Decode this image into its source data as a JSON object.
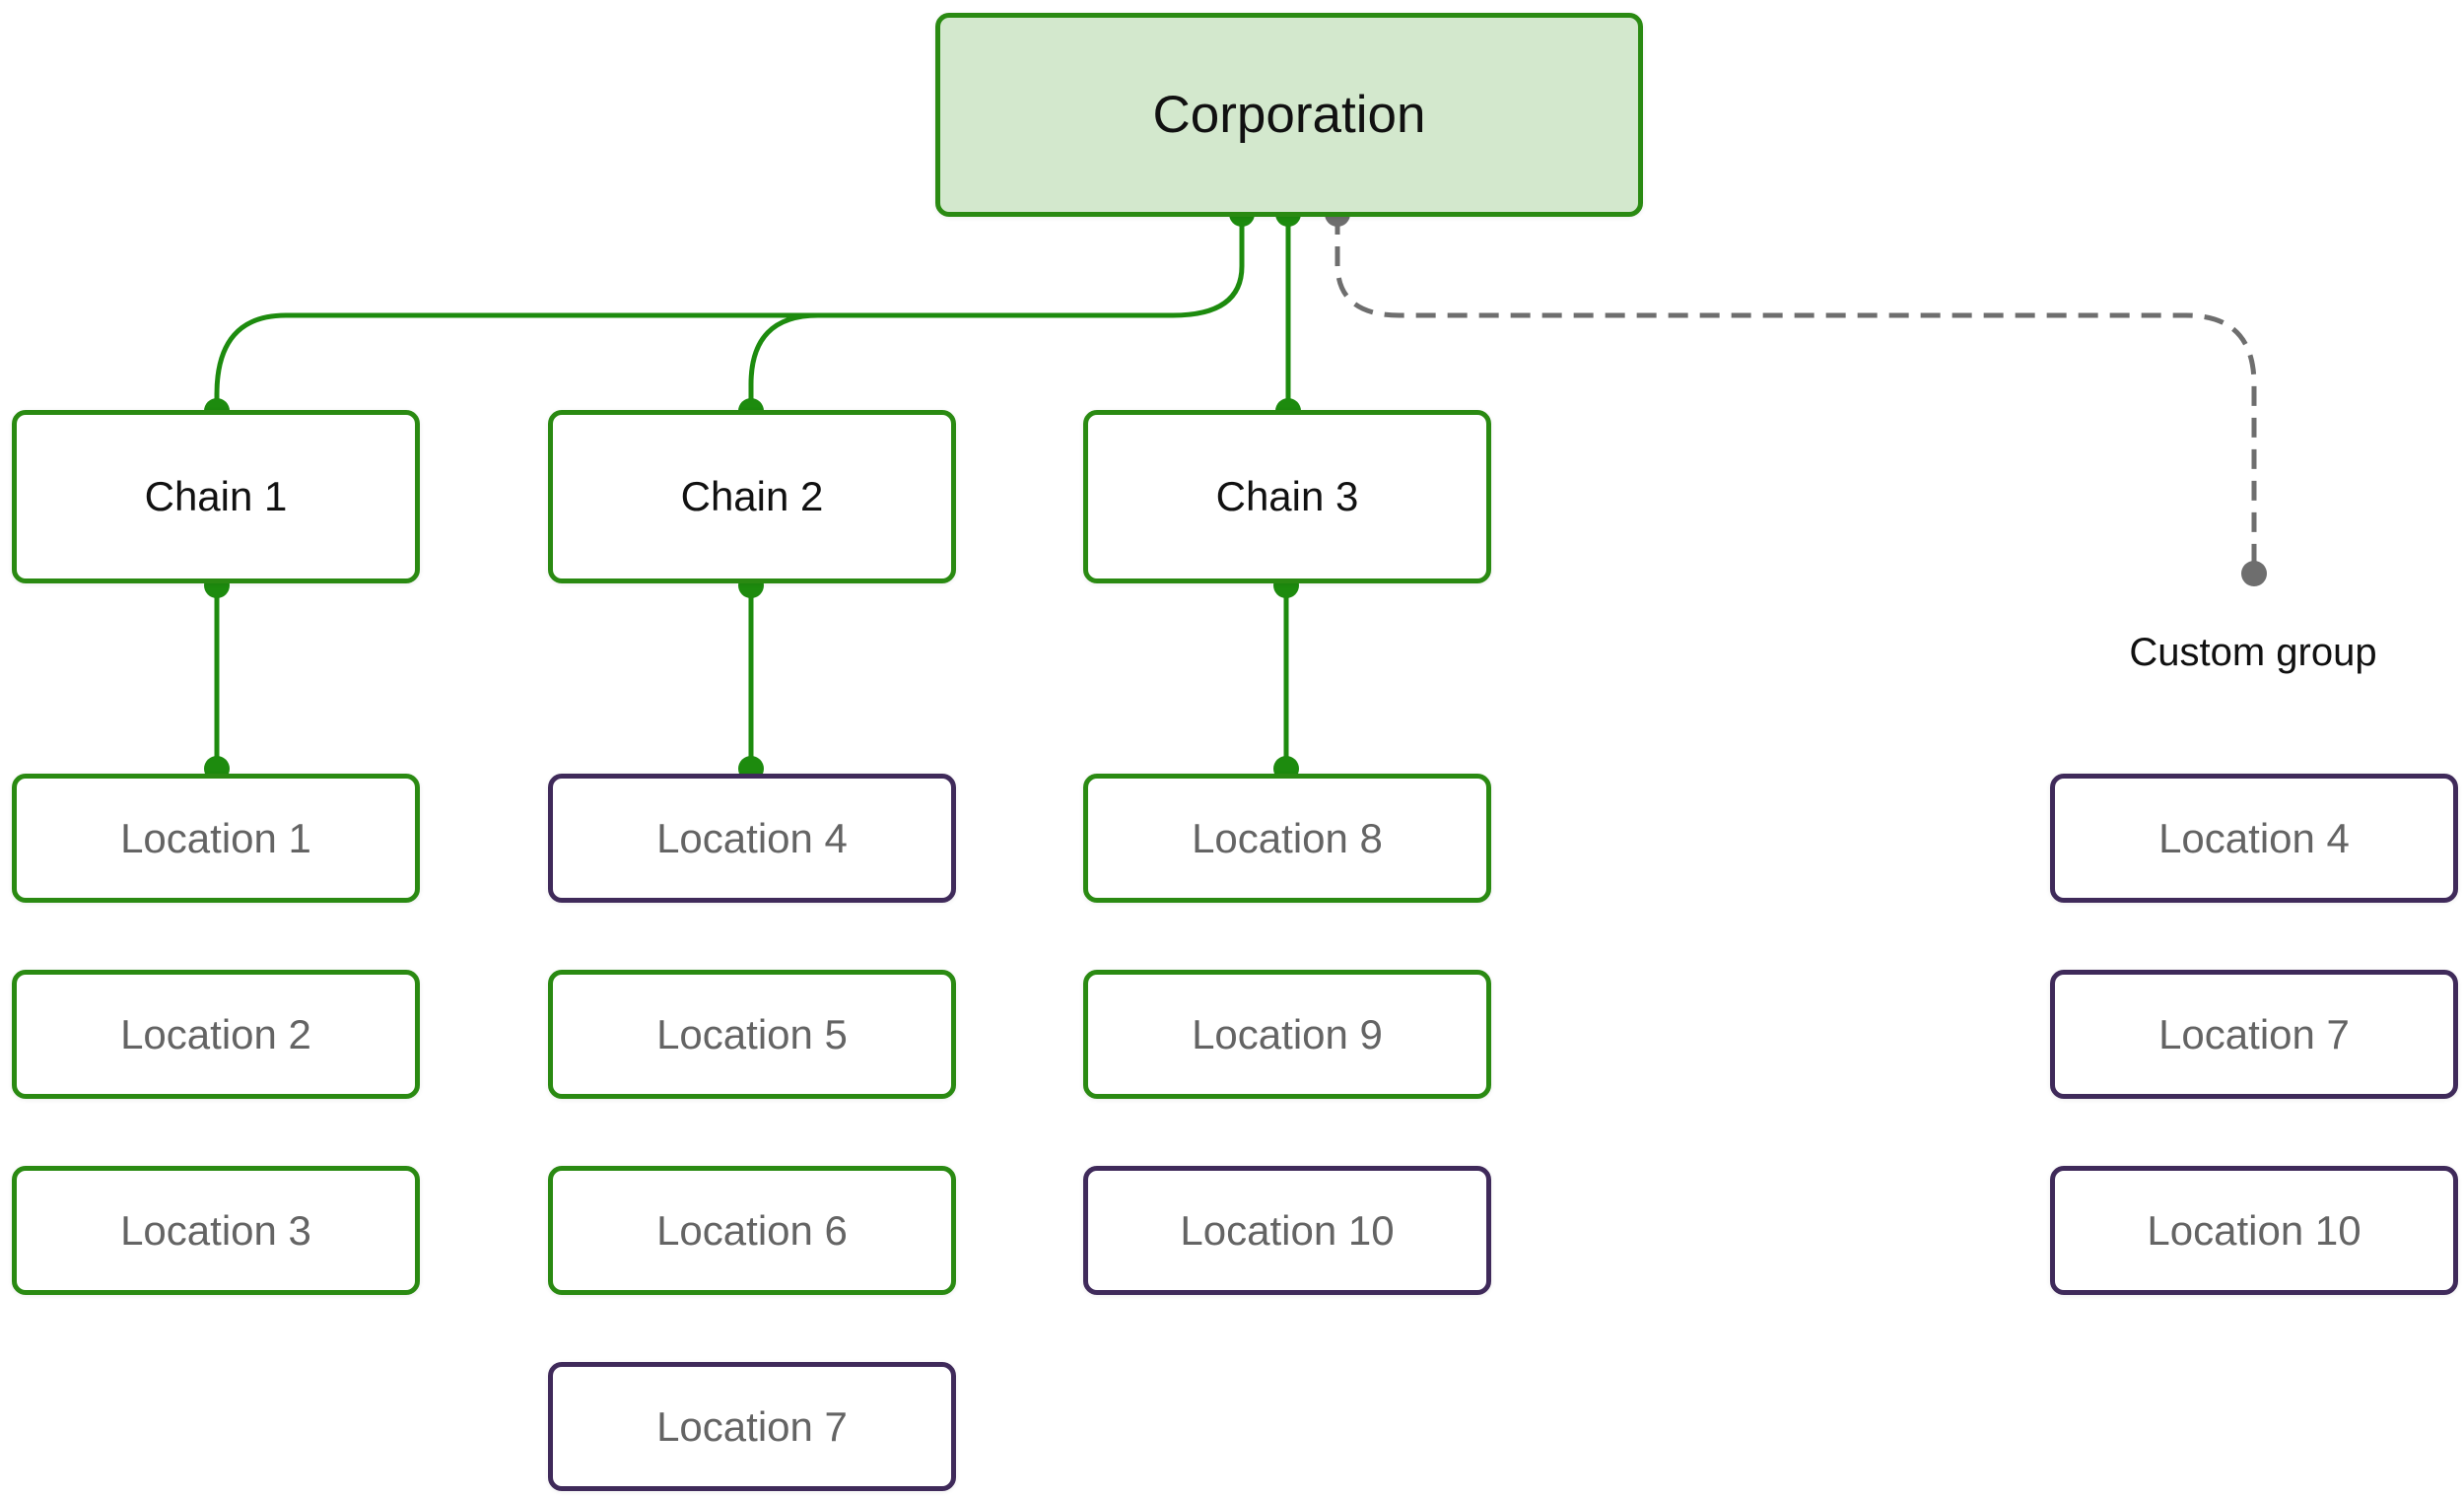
{
  "corporation": {
    "label": "Corporation"
  },
  "chains": [
    {
      "label": "Chain 1"
    },
    {
      "label": "Chain 2"
    },
    {
      "label": "Chain 3"
    }
  ],
  "locations": {
    "chain_1": [
      "Location 1",
      "Location 2",
      "Location 3"
    ],
    "chain_2": [
      "Location 4",
      "Location 5",
      "Location 6",
      "Location 7"
    ],
    "chain_3": [
      "Location 8",
      "Location 9",
      "Location 10"
    ]
  },
  "custom_group": {
    "label": "Custom group",
    "locations": [
      "Location 4",
      "Location 7",
      "Location 10"
    ]
  },
  "colors": {
    "link_green": "#1d8b0e",
    "link_gray": "#6e6e6e",
    "border_green": "#2a8a12",
    "border_purple": "#3f2a5a",
    "corp_fill": "#d3e8cd"
  }
}
